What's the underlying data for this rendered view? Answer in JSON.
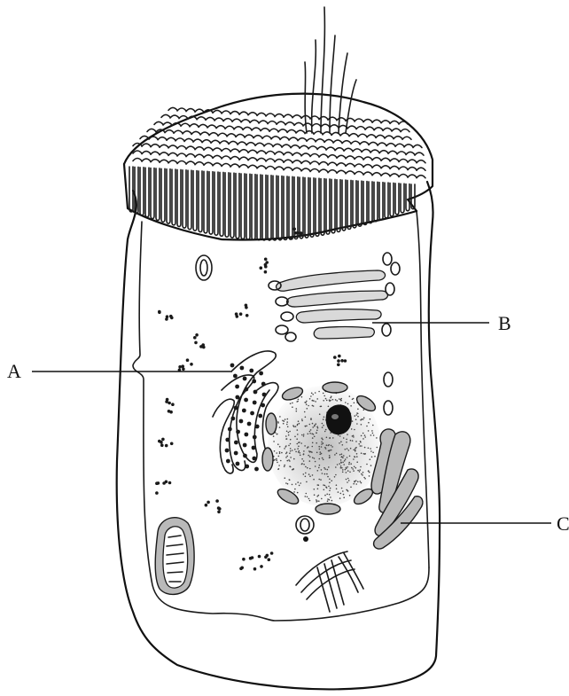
{
  "labels": {
    "a": "A",
    "b": "B",
    "c": "C"
  },
  "colors": {
    "ink": "#1a1a1a",
    "organelle_gray": "#b9b9b9",
    "organelle_light": "#d9d9d9",
    "background": "#ffffff"
  }
}
